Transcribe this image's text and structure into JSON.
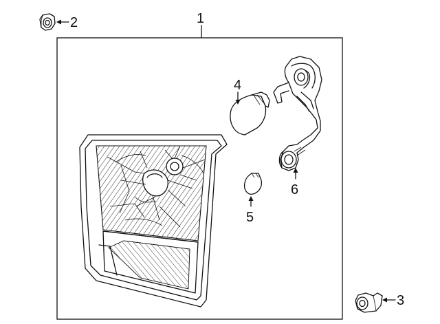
{
  "callouts": {
    "c1": "1",
    "c2": "2",
    "c3": "3",
    "c4": "4",
    "c5": "5",
    "c6": "6"
  },
  "parts": [
    {
      "id": "1",
      "icon": "tail-lamp-assembly-icon"
    },
    {
      "id": "2",
      "icon": "clip-nut-icon"
    },
    {
      "id": "3",
      "icon": "clip-nut-icon"
    },
    {
      "id": "4",
      "icon": "bulb-icon"
    },
    {
      "id": "5",
      "icon": "small-bulb-icon"
    },
    {
      "id": "6",
      "icon": "socket-harness-icon"
    }
  ]
}
